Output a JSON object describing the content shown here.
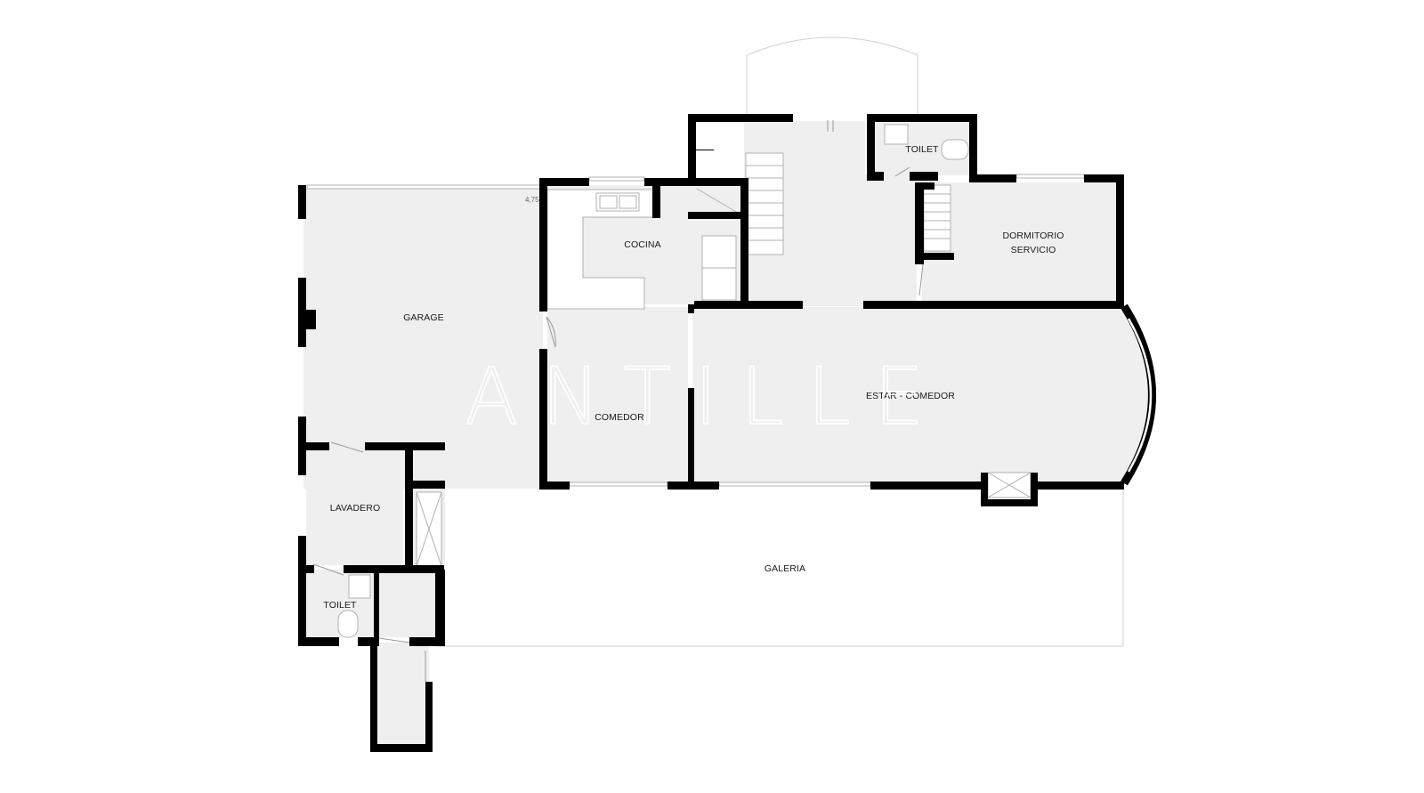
{
  "colors": {
    "background": "#ffffff",
    "floor": "#efefef",
    "wall": "#000000",
    "fixture_line": "#b0b0b0",
    "watermark": "#ffffff"
  },
  "watermark": "ANTILLE",
  "dimension_label": "4,75",
  "rooms": {
    "garage": "GARAGE",
    "cocina": "COCINA",
    "comedor": "COMEDOR",
    "estar_comedor": "ESTAR - COMEDOR",
    "toilet_top": "TOILET",
    "dormitorio_line1": "DORMITORIO",
    "dormitorio_line2": "SERVICIO",
    "lavadero": "LAVADERO",
    "toilet_bottom": "TOILET",
    "galeria": "GALERIA"
  }
}
